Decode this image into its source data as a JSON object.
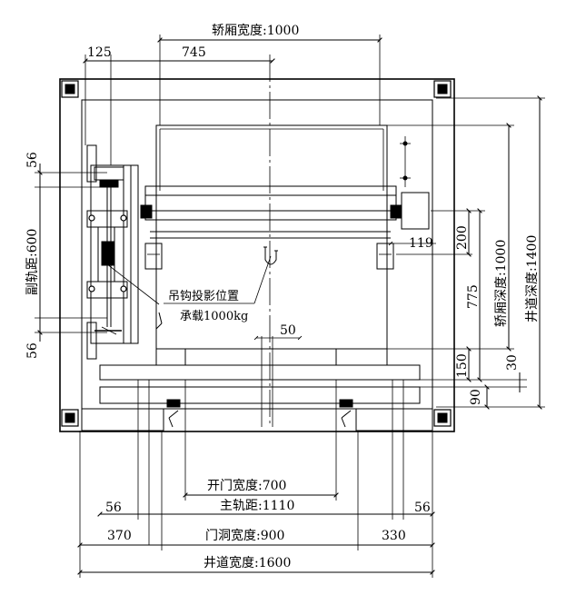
{
  "dimensions": {
    "car_width": "轿厢宽度:1000",
    "d125": "125",
    "d745": "745",
    "d56_top": "56",
    "aux_rail_dist": "副轨距:600",
    "d56_bot": "56",
    "car_depth": "轿厢深度:1000",
    "shaft_depth": "井道深度:1400",
    "d775": "775",
    "d200": "200",
    "d119": "119",
    "d150": "150",
    "d30": "30",
    "d90": "90",
    "d50": "50",
    "door_open_width": "开门宽度:700",
    "main_rail_dist": "主轨距:1110",
    "d56_left": "56",
    "d56_right": "56",
    "d370": "370",
    "door_hole_width": "门洞宽度:900",
    "d330": "330",
    "shaft_width": "井道宽度:1600"
  },
  "hook": {
    "line1": "吊钩投影位置",
    "line2": "承载1000kg"
  }
}
